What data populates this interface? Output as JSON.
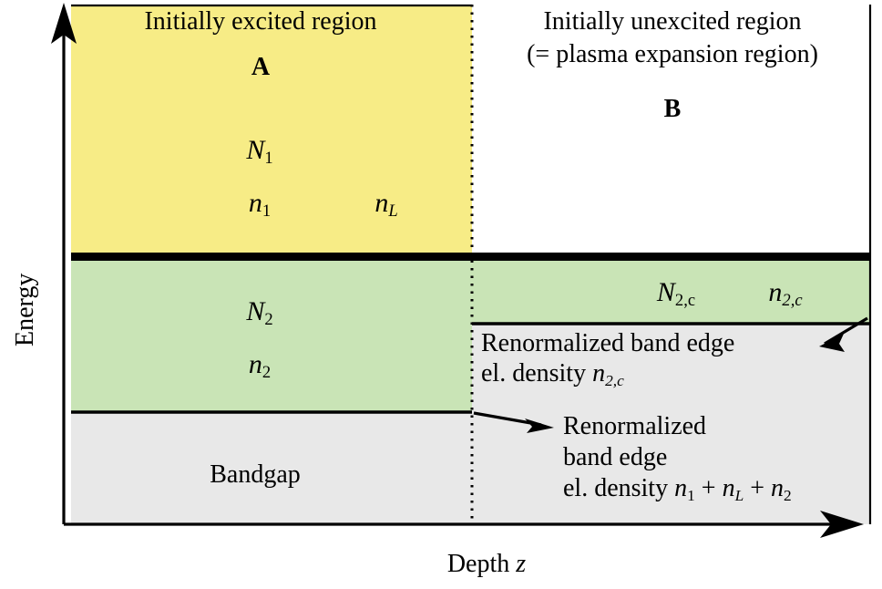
{
  "figure": {
    "type": "band-diagram-schematic",
    "axes": {
      "y_label": "Energy",
      "x_label_text": "Depth",
      "x_label_var": "z"
    },
    "colors": {
      "excited_region": "#f7ec86",
      "conduction_band": "#c9e4b6",
      "bandgap": "#e8e8e8",
      "band_edge_line": "#000000",
      "divider": "#000000",
      "background": "#ffffff"
    },
    "regions": {
      "left": {
        "title": "Initially excited region",
        "tag": "A",
        "upper_band_labels": [
          {
            "base": "N",
            "sub": "1",
            "sub_italic": false
          },
          {
            "base": "n",
            "sub": "1",
            "sub_italic": false
          },
          {
            "base": "n",
            "sub": "L",
            "sub_italic": true
          }
        ],
        "mid_band_labels": [
          {
            "base": "N",
            "sub": "2",
            "sub_italic": false
          },
          {
            "base": "n",
            "sub": "2",
            "sub_italic": false
          }
        ],
        "bandgap_label": "Bandgap"
      },
      "right": {
        "title_line1": "Initially unexcited region",
        "title_line2": "(= plasma expansion region)",
        "tag": "B",
        "mid_band_labels": [
          {
            "base": "N",
            "sub": "2,c",
            "sub_italic": false
          },
          {
            "base": "n",
            "sub": "2,c",
            "sub_italic": true
          }
        ]
      }
    },
    "annotations": {
      "upper": {
        "line1": "Renormalized band edge",
        "line2_prefix": "el. density",
        "line2_var_base": "n",
        "line2_var_sub": "2,c"
      },
      "lower": {
        "line1": "Renormalized",
        "line2": "band edge",
        "line3_prefix": "el. density",
        "line3_expr": [
          {
            "base": "n",
            "sub": "1",
            "sub_italic": false
          },
          {
            "op": "+"
          },
          {
            "base": "n",
            "sub": "L",
            "sub_italic": true
          },
          {
            "op": "+"
          },
          {
            "base": "n",
            "sub": "2",
            "sub_italic": false
          }
        ]
      }
    }
  }
}
